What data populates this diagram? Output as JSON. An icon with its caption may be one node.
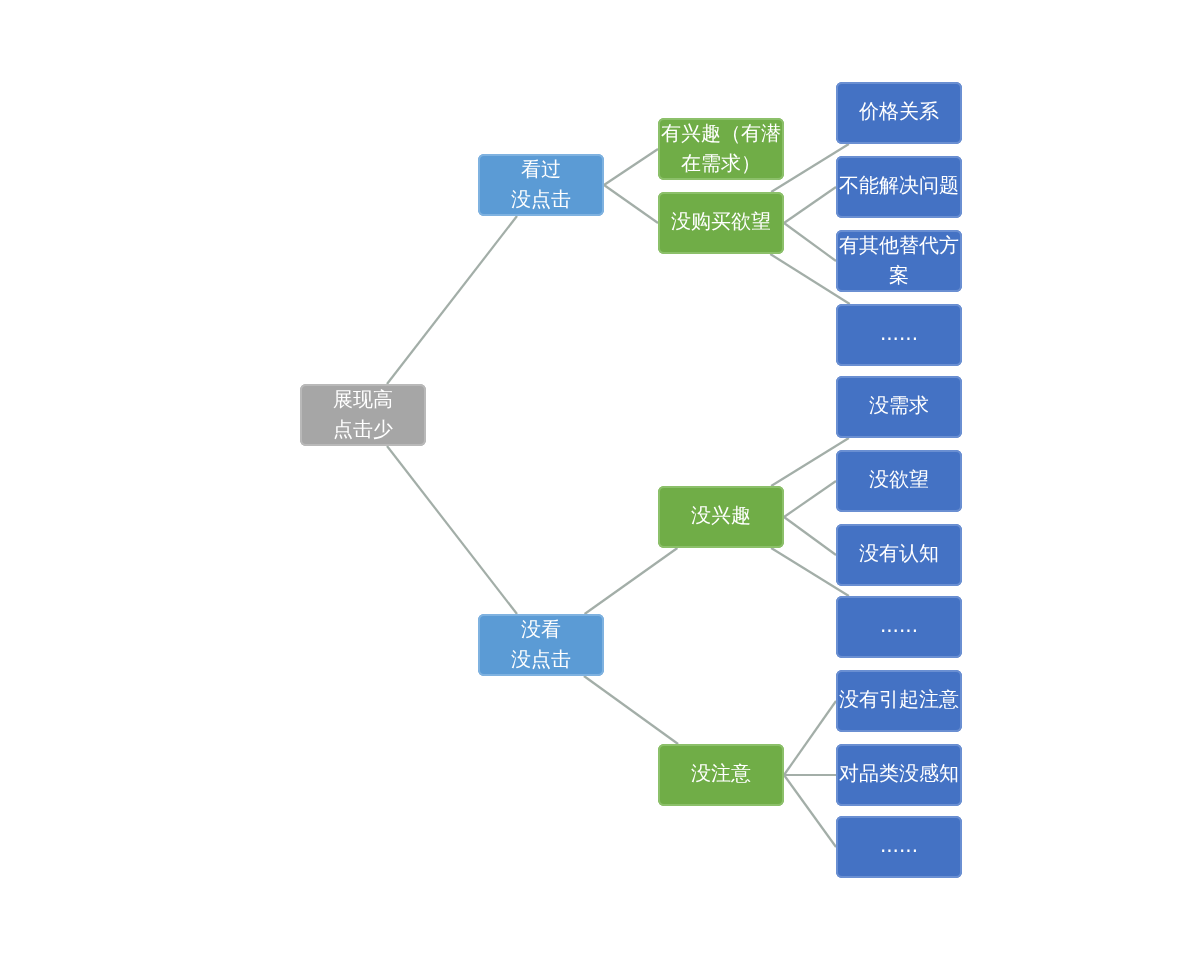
{
  "diagram": {
    "nodes": [
      {
        "text": [
          "展现高点击少"
        ]
      },
      {
        "text": [
          "看过没点击"
        ]
      },
      {
        "text": [
          "有兴趣（有潜在需求）"
        ]
      },
      {
        "text": [
          "没购买欲望"
        ]
      },
      {
        "text": [
          "价格关系"
        ]
      },
      {
        "text": [
          "不能解决问题"
        ]
      },
      {
        "text": [
          "有其他替代方案"
        ]
      },
      {
        "text": [
          "......"
        ]
      },
      {
        "text": [
          "没看没点击"
        ]
      },
      {
        "text": [
          "没兴趣"
        ]
      },
      {
        "text": [
          "没需求"
        ]
      },
      {
        "text": [
          "没欲望"
        ]
      },
      {
        "text": [
          "没有认知"
        ]
      },
      {
        "text": [
          "......"
        ]
      },
      {
        "text": [
          "没注意"
        ]
      },
      {
        "text": [
          "没有引起注意"
        ]
      },
      {
        "text": [
          "对品类没感知"
        ]
      },
      {
        "text": [
          "......"
        ]
      }
    ],
    "edges": [
      {
        "from": 0,
        "to": 1,
        "arrow": "none"
      },
      {
        "from": 0,
        "to": 8,
        "arrow": "none"
      },
      {
        "from": 1,
        "to": 2,
        "arrow": "none"
      },
      {
        "from": 1,
        "to": 3,
        "arrow": "none"
      },
      {
        "from": 3,
        "to": 4,
        "arrow": "none"
      },
      {
        "from": 3,
        "to": 5,
        "arrow": "none"
      },
      {
        "from": 3,
        "to": 6,
        "arrow": "none"
      },
      {
        "from": 3,
        "to": 7,
        "arrow": "none"
      },
      {
        "from": 8,
        "to": 9,
        "arrow": "none"
      },
      {
        "from": 8,
        "to": 14,
        "arrow": "none"
      },
      {
        "from": 9,
        "to": 10,
        "arrow": "none"
      },
      {
        "from": 9,
        "to": 11,
        "arrow": "none"
      },
      {
        "from": 9,
        "to": 12,
        "arrow": "none"
      },
      {
        "from": 9,
        "to": 13,
        "arrow": "none"
      },
      {
        "from": 14,
        "to": 15,
        "arrow": "none"
      },
      {
        "from": 14,
        "to": 16,
        "arrow": "none"
      },
      {
        "from": 14,
        "to": 17,
        "arrow": "none"
      }
    ]
  }
}
